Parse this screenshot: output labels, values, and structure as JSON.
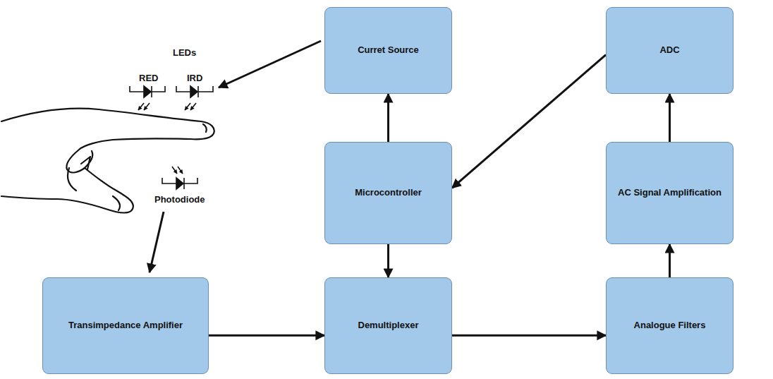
{
  "diagram": {
    "nodes": [
      {
        "text": [
          "Curret Source"
        ]
      },
      {
        "text": [
          "ADC"
        ]
      },
      {
        "text": [
          "Microcontroller"
        ]
      },
      {
        "text": [
          "AC Signal Amplification"
        ]
      },
      {
        "text": [
          "Transimpedance Amplifier"
        ]
      },
      {
        "text": [
          "Demultiplexer"
        ]
      },
      {
        "text": [
          "Analogue Filters"
        ]
      }
    ],
    "edges": [
      {
        "from": 2,
        "to": 0,
        "arrow": "to"
      },
      {
        "from": 1,
        "to": 2,
        "arrow": "to"
      },
      {
        "from": 2,
        "to": 5,
        "arrow": "to"
      },
      {
        "from": 4,
        "to": 5,
        "arrow": "to"
      },
      {
        "from": 5,
        "to": 6,
        "arrow": "to"
      },
      {
        "from": 6,
        "to": 3,
        "arrow": "to"
      },
      {
        "from": 3,
        "to": 1,
        "arrow": "to"
      }
    ],
    "labels": [
      "LEDs",
      "RED",
      "IRD",
      "Photodiode"
    ]
  }
}
